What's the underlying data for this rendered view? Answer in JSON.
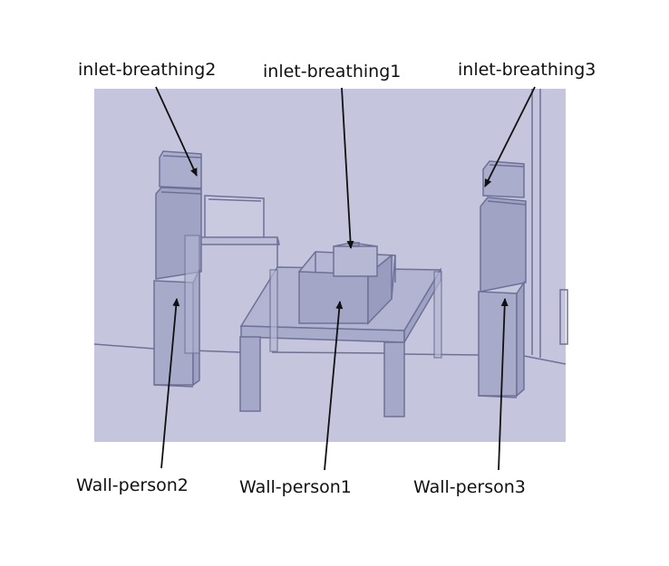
{
  "colors": {
    "scene_background": "#c5c6dd",
    "edge": "#6e7097",
    "fill_light": "#b6b8d4",
    "fill_mid": "#a6a8c9",
    "fill_dark": "#9799bd",
    "arrow": "#111111"
  },
  "labels": {
    "inlet_breathing1": "inlet-breathing1",
    "inlet_breathing2": "inlet-breathing2",
    "inlet_breathing3": "inlet-breathing3",
    "wall_person1": "Wall-person1",
    "wall_person2": "Wall-person2",
    "wall_person3": "Wall-person3"
  }
}
